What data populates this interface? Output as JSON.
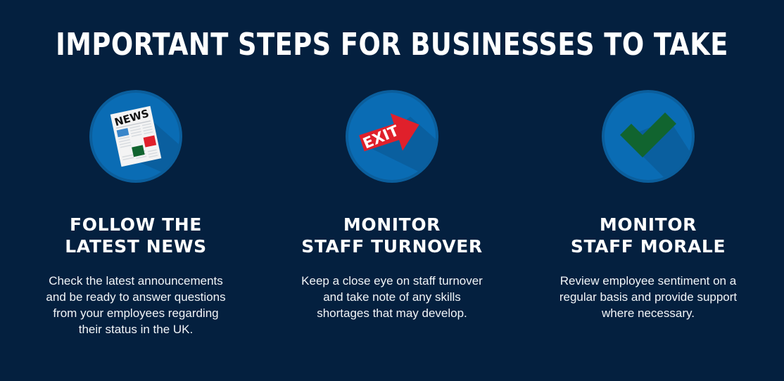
{
  "poster": {
    "title": "IMPORTANT STEPS FOR BUSINESSES TO TAKE",
    "background_color": "#04203f",
    "circle_color": "#0a6cb4",
    "circle_ring_color": "#0b5e9c"
  },
  "columns": [
    {
      "icon": "newspaper-icon",
      "icon_label": "NEWS",
      "icon_colors": {
        "paper": "#f4f4f4",
        "masthead_text": "#111111",
        "block_blue": "#3a86ca",
        "block_red": "#e0202b",
        "block_green": "#11642f"
      },
      "heading_line1": "FOLLOW THE",
      "heading_line2": "LATEST NEWS",
      "body_line1": "Check the latest announcements",
      "body_line2": "and be ready to answer questions",
      "body_line3": "from your employees regarding",
      "body_line4": "their status in the UK."
    },
    {
      "icon": "exit-arrow-icon",
      "icon_label": "EXIT",
      "icon_colors": {
        "arrow": "#e0202b",
        "arrow_text": "#ffffff"
      },
      "heading_line1": "MONITOR",
      "heading_line2": "STAFF TURNOVER",
      "body_line1": "Keep a close eye on staff turnover",
      "body_line2": "and take note of any skills",
      "body_line3": "shortages that may develop.",
      "body_line4": ""
    },
    {
      "icon": "checkmark-icon",
      "icon_label": "",
      "icon_colors": {
        "check": "#11642f"
      },
      "heading_line1": "MONITOR",
      "heading_line2": "STAFF MORALE",
      "body_line1": "Review employee sentiment on a",
      "body_line2": "regular basis and provide support",
      "body_line3": "where necessary.",
      "body_line4": ""
    }
  ]
}
